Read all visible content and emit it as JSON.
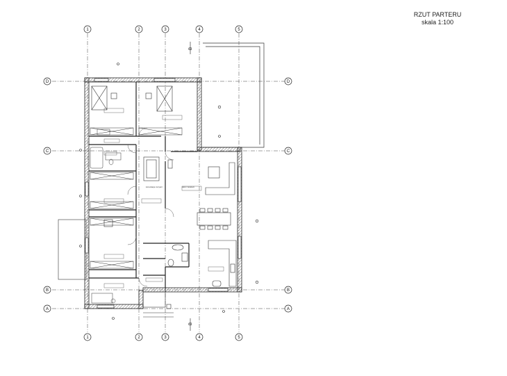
{
  "title": {
    "line1": "RZUT PARTERU",
    "line2": "skala 1:100"
  },
  "axes": {
    "vertical": [
      "1",
      "2",
      "3",
      "4",
      "5"
    ],
    "horizontal": [
      "D",
      "C",
      "B",
      "A"
    ]
  },
  "section_marks": {
    "label": "B"
  },
  "room_labels": {
    "hall": "komunikacja / korytarz",
    "living": "salon z aneksem"
  },
  "colors": {
    "line": "#1a1a1a",
    "wall": "#2b2b2b",
    "hatch": "#555555"
  }
}
